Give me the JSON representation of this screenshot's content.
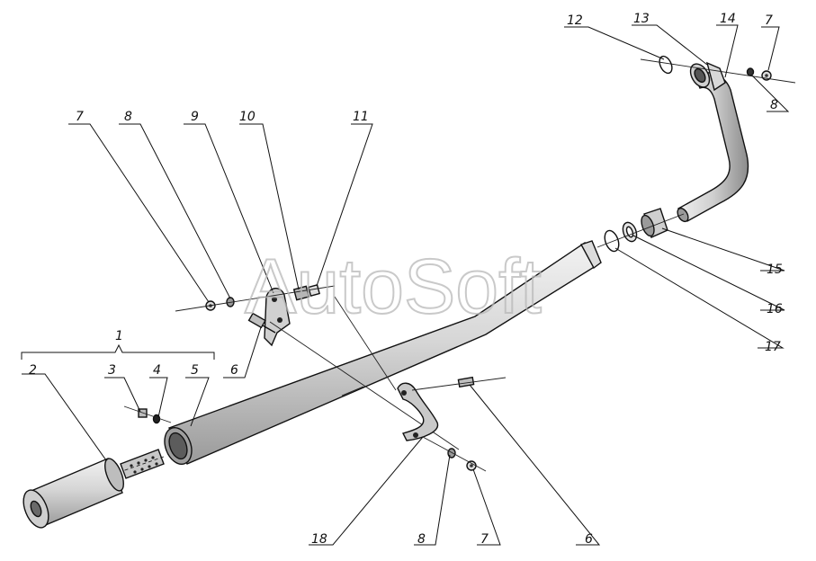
{
  "watermark": "AutoSoft",
  "callouts": [
    {
      "id": "c1",
      "text": "1"
    },
    {
      "id": "c2",
      "text": "2"
    },
    {
      "id": "c3",
      "text": "3"
    },
    {
      "id": "c4",
      "text": "4"
    },
    {
      "id": "c5",
      "text": "5"
    },
    {
      "id": "c6a",
      "text": "6"
    },
    {
      "id": "c6b",
      "text": "6"
    },
    {
      "id": "c7a",
      "text": "7"
    },
    {
      "id": "c7b",
      "text": "7"
    },
    {
      "id": "c7c",
      "text": "7"
    },
    {
      "id": "c8a",
      "text": "8"
    },
    {
      "id": "c8b",
      "text": "8"
    },
    {
      "id": "c8c",
      "text": "8"
    },
    {
      "id": "c9",
      "text": "9"
    },
    {
      "id": "c10",
      "text": "10"
    },
    {
      "id": "c11",
      "text": "11"
    },
    {
      "id": "c12",
      "text": "12"
    },
    {
      "id": "c13",
      "text": "13"
    },
    {
      "id": "c14",
      "text": "14"
    },
    {
      "id": "c15",
      "text": "15"
    },
    {
      "id": "c16",
      "text": "16"
    },
    {
      "id": "c17",
      "text": "17"
    },
    {
      "id": "c18",
      "text": "18"
    }
  ]
}
